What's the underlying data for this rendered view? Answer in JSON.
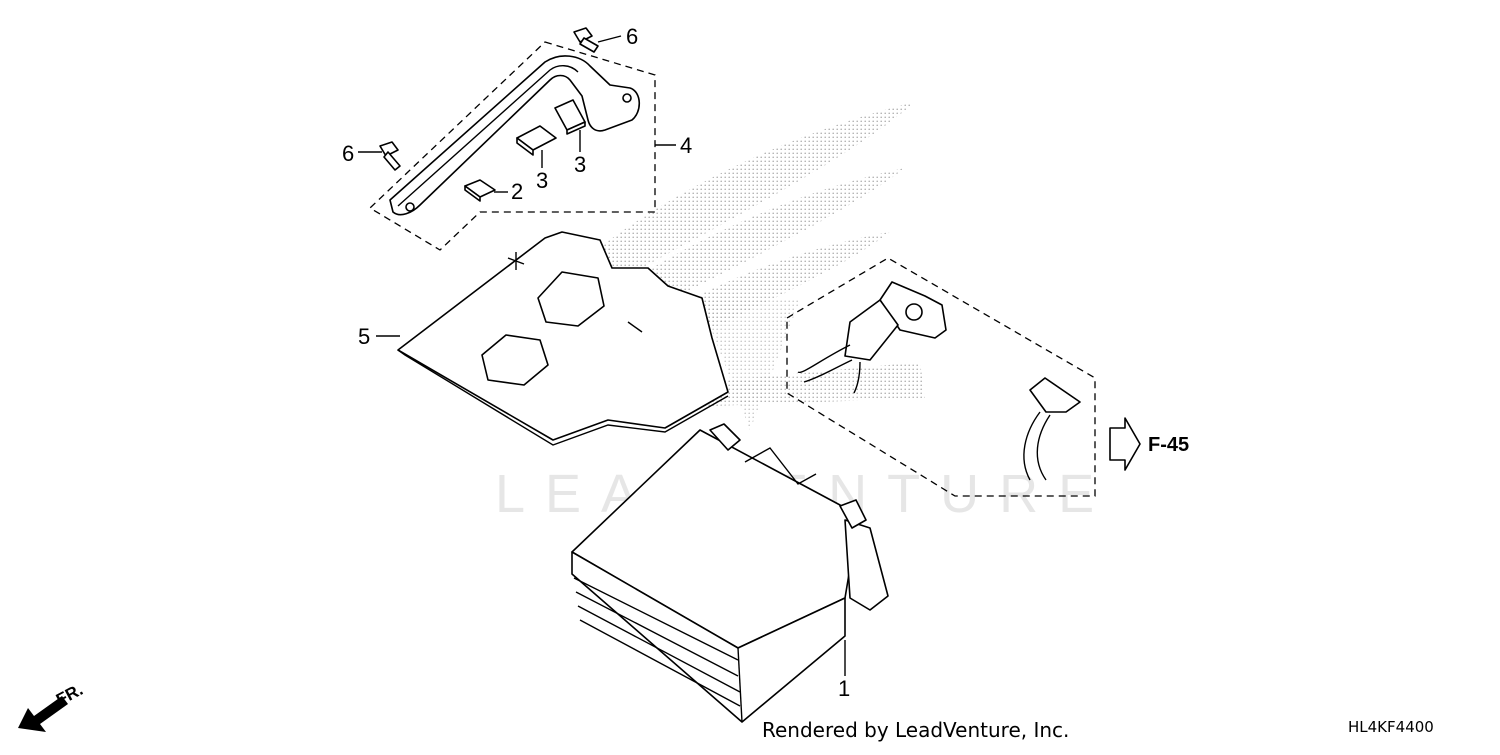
{
  "diagram": {
    "callouts": [
      "6",
      "6",
      "4",
      "3",
      "3",
      "2",
      "5",
      "1"
    ],
    "reference": "F-45",
    "direction": "FR.",
    "watermark": "LEADVENTURE",
    "credit": "Rendered by LeadVenture, Inc.",
    "code": "HL4KF4400"
  }
}
